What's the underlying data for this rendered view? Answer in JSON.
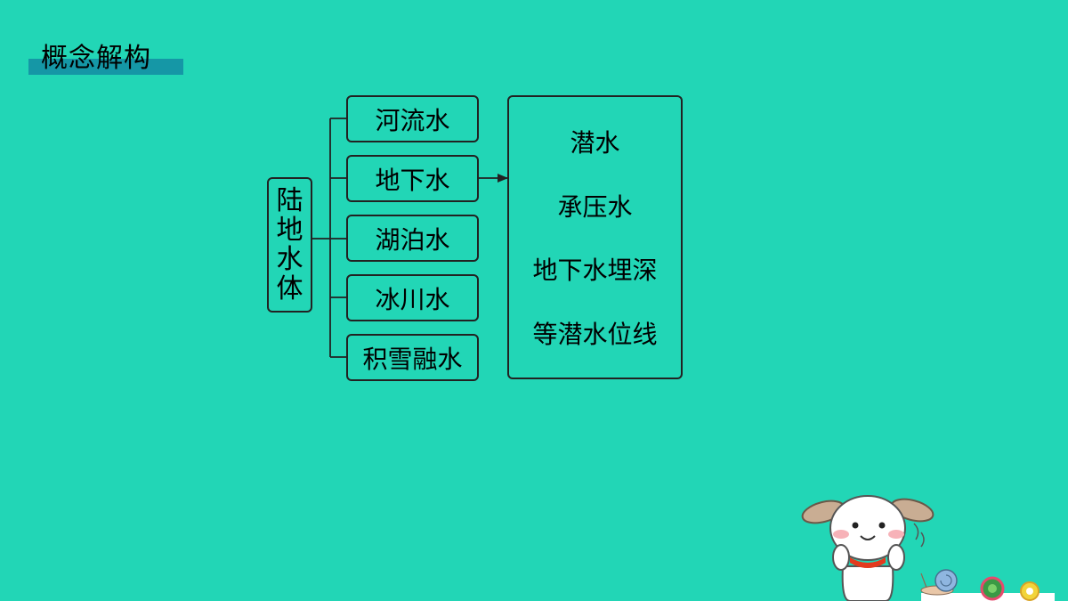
{
  "header": {
    "title": "概念解构"
  },
  "diagram": {
    "root_chars": [
      "陆",
      "地",
      "水",
      "体"
    ],
    "branches": [
      "河流水",
      "地下水",
      "湖泊水",
      "冰川水",
      "积雪融水"
    ],
    "details": [
      "潜水",
      "承压水",
      "地下水埋深",
      "等潜水位线"
    ]
  },
  "colors": {
    "background": "#22d6b6",
    "title_bar": "#1597a6",
    "line": "#222222"
  }
}
